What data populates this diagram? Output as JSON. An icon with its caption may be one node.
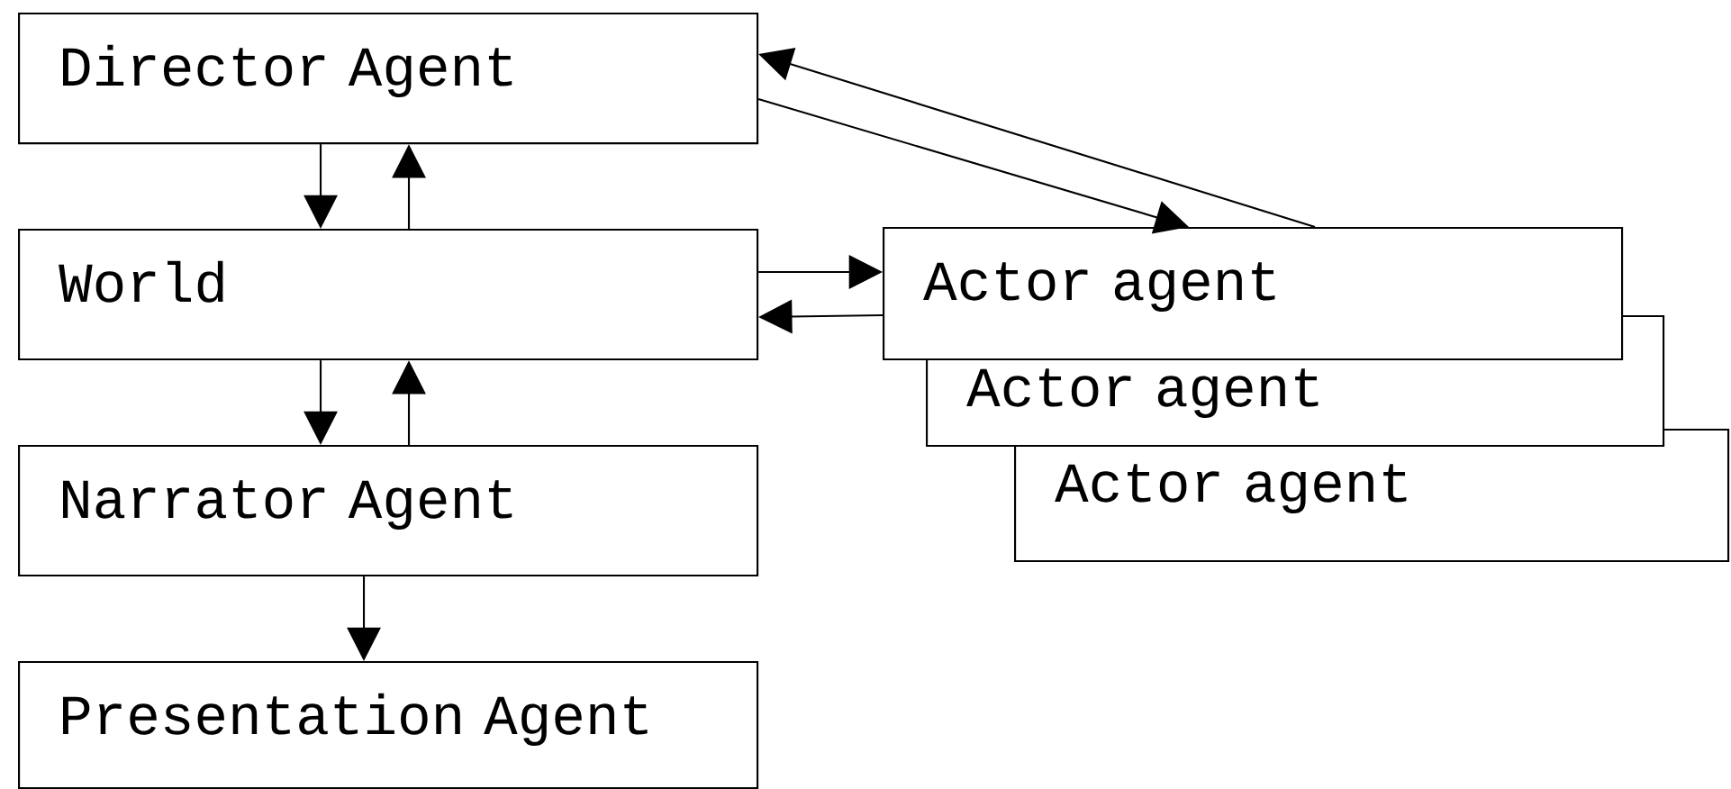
{
  "diagram": {
    "nodes": [
      {
        "text": [
          "Director Agent"
        ]
      },
      {
        "text": [
          "World"
        ]
      },
      {
        "text": [
          "Narrator Agent"
        ]
      },
      {
        "text": [
          "Presentation Agent"
        ]
      },
      {
        "text": [
          "Actor agent"
        ]
      },
      {
        "text": [
          "Actor agent"
        ]
      },
      {
        "text": [
          "Actor agent"
        ]
      }
    ],
    "edges": [
      {
        "from": 0,
        "to": 1,
        "arrow": "to"
      },
      {
        "from": 1,
        "to": 0,
        "arrow": "to"
      },
      {
        "from": 1,
        "to": 2,
        "arrow": "to"
      },
      {
        "from": 2,
        "to": 1,
        "arrow": "to"
      },
      {
        "from": 2,
        "to": 3,
        "arrow": "to"
      },
      {
        "from": 0,
        "to": 4,
        "arrow": "to"
      },
      {
        "from": 4,
        "to": 0,
        "arrow": "to"
      },
      {
        "from": 1,
        "to": 4,
        "arrow": "to"
      },
      {
        "from": 4,
        "to": 1,
        "arrow": "to"
      }
    ]
  }
}
